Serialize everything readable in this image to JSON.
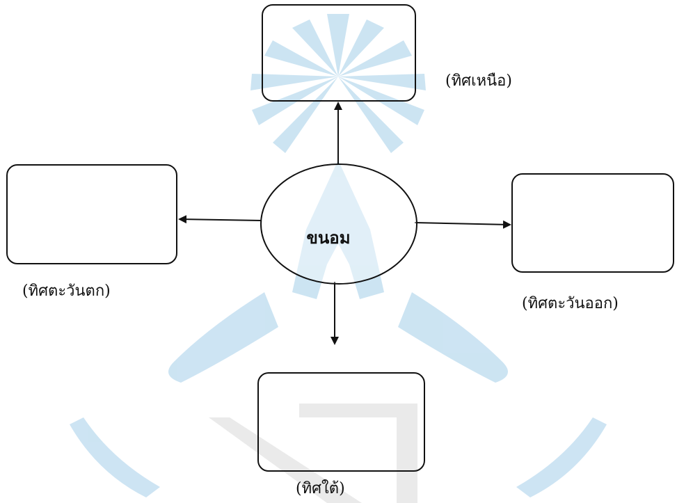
{
  "diagram": {
    "center": {
      "label": "ขนอม"
    },
    "branches": [
      {
        "direction": "north",
        "caption": "(ทิศเหนือ)"
      },
      {
        "direction": "west",
        "caption": "(ทิศตะวันตก)"
      },
      {
        "direction": "east",
        "caption": "(ทิศตะวันออก)"
      },
      {
        "direction": "south",
        "caption": "(ทิศใต้)"
      }
    ]
  },
  "colors": {
    "watermark_blue": "#6fb3dc",
    "watermark_gray": "#d6d6d6",
    "stroke": "#111111"
  }
}
